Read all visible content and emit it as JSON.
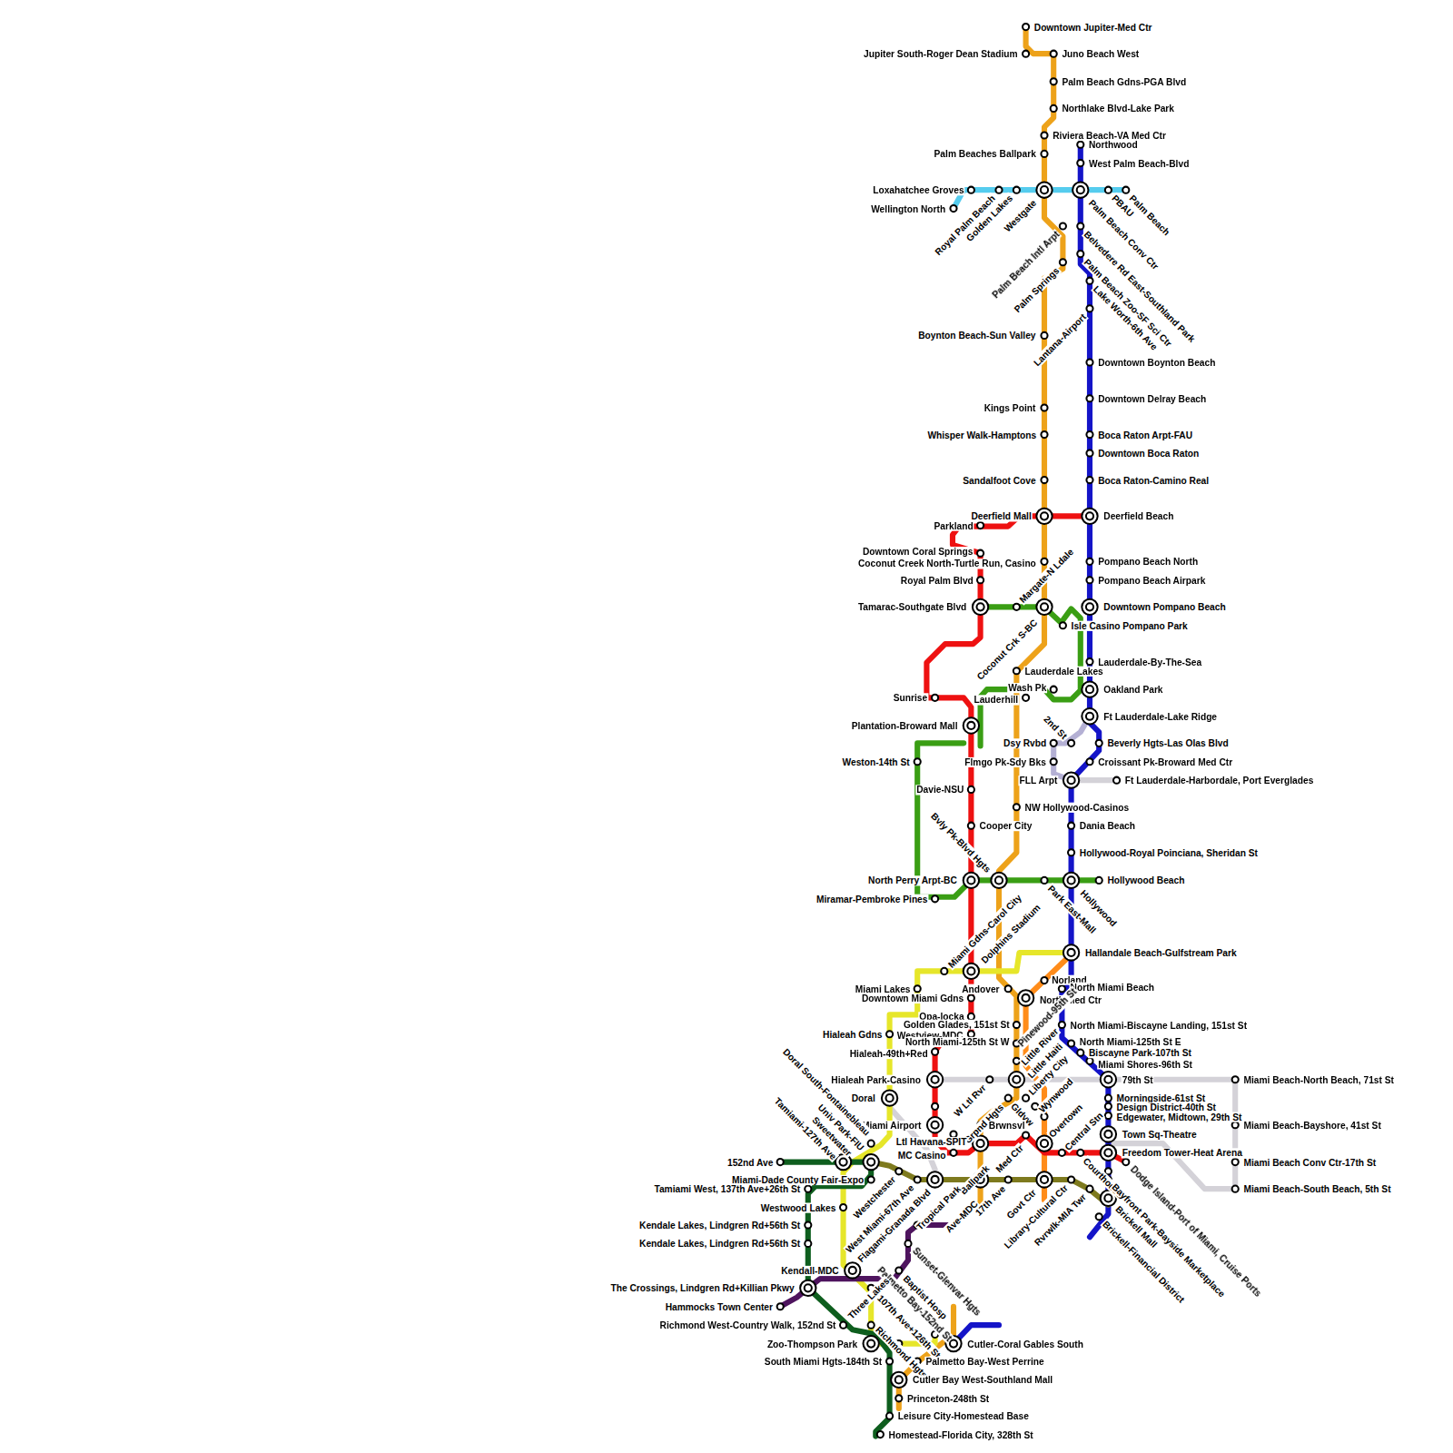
{
  "diagram": {
    "labels": [
      "Downtown Jupiter-Med Ctr",
      "Jupiter South-Roger Dean Stadium",
      "Juno Beach West",
      "Palm Beach Gdns-PGA Blvd",
      "Northlake Blvd-Lake Park",
      "Riviera Beach-VA Med Ctr",
      "Northwood",
      "Palm Beaches Ballpark",
      "West Palm Beach-Blvd",
      "Loxahatchee Groves",
      "Wellington North",
      "Royal Palm Beach",
      "Golden Lakes",
      "Westgate",
      "PBAU",
      "Palm Beach",
      "Palm Beach Conv Ctr",
      "Palm Beach Intl Arpt",
      "Belvedere Rd East-Southland Park",
      "Palm Beach Zoo-SF Sci Ctr",
      "Palm Springs",
      "Lake Worth-6th Ave",
      "Lantana-Airport",
      "Boynton Beach-Sun Valley",
      "Downtown Boynton Beach",
      "Downtown Delray Beach",
      "Kings Point",
      "Whisper Walk-Hamptons",
      "Boca Raton Arpt-FAU",
      "Downtown Boca Raton",
      "Sandalfoot Cove",
      "Boca Raton-Camino Real",
      "Deerfield Mall",
      "Deerfield Beach",
      "Parkland",
      "Downtown Coral Springs",
      "Pompano Beach North",
      "Coconut Creek North-Turtle Run, Casino",
      "Royal Palm Blvd",
      "Pompano Beach Airpark",
      "Tamarac-Southgate Blvd",
      "Margate-N Ldale",
      "Downtown Pompano Beach",
      "Coconut Crk S-BC",
      "Isle Casino Pompano Park",
      "Lauderdale-By-The-Sea",
      "Lauderdale Lakes",
      "Wash Pk",
      "Oakland Park",
      "Lauderhill",
      "Sunrise",
      "Ft Lauderdale-Lake Ridge",
      "Plantation-Broward Mall",
      "2nd St",
      "Dsy Rvbd",
      "Beverly Hgts-Las Olas Blvd",
      "Weston-14th St",
      "Flmgo Pk-Sdy Bks",
      "Croissant Pk-Broward Med Ctr",
      "FLL Arpt",
      "Ft Lauderdale-Harbordale, Port Everglades",
      "Davie-NSU",
      "NW Hollywood-Casinos",
      "Cooper City",
      "Dania Beach",
      "Hollywood-Royal Poinciana, Sheridan St",
      "Bvly Pk-Blvd Hgts",
      "North Perry Arpt-BC",
      "Park East-Mall",
      "Hollywood",
      "Hollywood Beach",
      "Miramar-Pembroke Pines",
      "Miami Gdns-Carol City",
      "Dolphins Stadium",
      "Hallandale Beach-Gulfstream Park",
      "Norland",
      "Miami Lakes",
      "Andover",
      "North Miami Beach",
      "Downtown Miami Gdns",
      "North Med Ctr",
      "Opa-locka",
      "Pinewood-95th St",
      "Hialeah Gdns",
      "Westview-MDC",
      "Golden Glades, 151st St",
      "North Miami-Biscayne Landing, 151st St",
      "North Miami-125th St W",
      "North Miami-125th St E",
      "Hialeah-49th+Red",
      "Little River",
      "Biscayne Park-107th St",
      "Miami Shores-96th St",
      "Hialeah Park-Casino",
      "79th St",
      "Miami Beach-North Beach, 71st St",
      "W Ltl Rvr",
      "Little Haiti",
      "Doral",
      "Morningside-61st St",
      "Liberty City",
      "Grpnd Hgts",
      "Design District-40th St",
      "Gldvw",
      "Wynwood",
      "Edgewater, Midtown, 29th St",
      "Miami Airport",
      "Brwnsvl",
      "Overtown",
      "Town Sq-Theatre",
      "Miami Beach-Bayshore, 41st St",
      "Doral South-Fontainebleau",
      "Univ Park-FIU",
      "Sweetwater",
      "Tamiami-127th Ave",
      "Ltl Havana-SPIT",
      "Central Stn",
      "Freedom Tower-Heat Arena",
      "MC Casino",
      "Med Ctr",
      "152nd Ave",
      "Miami Beach Conv Ctr-17th St",
      "Miami-Dade County Fair-Expo",
      "Dodge Island-Port of Miami, Cruise Ports",
      "Ballpark",
      "Tamiami West, 137th Ave+26th St",
      "Westchester",
      "West Miami-67th Ave",
      "Flagami-Granada Blvd",
      "Tropical Park",
      "17th Ave",
      "Ave-MDC",
      "Govt Ctr",
      "Courthouse",
      "Bayfront Park-Bayside Marketplace",
      "Library-Cultural Ctr",
      "Rvrwlk-MIA Twr",
      "Brickell Mall",
      "Brickell-Financial District",
      "Miami Beach-South Beach, 5th St",
      "Westwood Lakes",
      "Kendale Lakes, Lindgren Rd+56th St",
      "Sunset-Glenvar Hgts",
      "Kendale Lakes, Lindgren Rd+56th St",
      "Kendall-MDC",
      "Palmetto Bay-152nd St",
      "Baptist Hosp",
      "The Crossings, Lindgren Rd+Killian Pkwy",
      "107th Ave+126th St",
      "Three Lakes",
      "Richmond Hgts",
      "Hammocks Town Center",
      "Richmond West-Country Walk, 152nd St",
      "Zoo-Thompson Park",
      "Cutler-Coral Gables South",
      "South Miami Hgts-184th St",
      "Palmetto Bay-West Perrine",
      "Cutler Bay West-Southland Mall",
      "Princeton-248th St",
      "Leisure City-Homestead Base",
      "Homestead-Florida City, 328th St"
    ]
  }
}
